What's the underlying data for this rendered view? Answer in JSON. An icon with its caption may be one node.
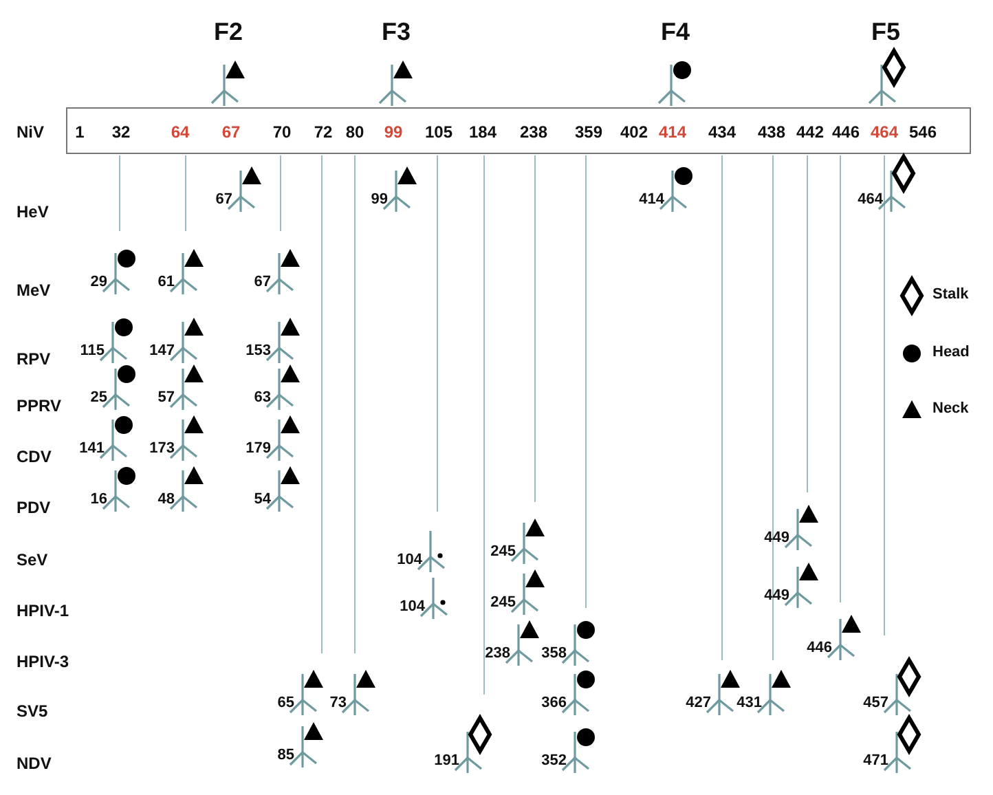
{
  "diagram": {
    "nodes": [
      {
        "text": [
          "1",
          "32",
          "64",
          "67",
          "70",
          "72",
          "80",
          "99",
          "105",
          "184",
          "238",
          "359",
          "402",
          "414",
          "434",
          "438",
          "442",
          "446",
          "464",
          "546"
        ],
        "beside": [
          "NiV"
        ]
      }
    ],
    "labels": [
      "F2",
      "F3",
      "F4",
      "F5",
      "HeV",
      "67",
      "99",
      "414",
      "464",
      "MeV",
      "29",
      "61",
      "67",
      "RPV",
      "115",
      "147",
      "153",
      "PPRV",
      "25",
      "57",
      "63",
      "CDV",
      "141",
      "173",
      "179",
      "PDV",
      "16",
      "48",
      "54",
      "SeV",
      "104",
      "245",
      "449",
      "HPIV-1",
      "104",
      "245",
      "449",
      "HPIV-3",
      "238",
      "358",
      "446",
      "SV5",
      "65",
      "73",
      "366",
      "427",
      "431",
      "457",
      "NDV",
      "85",
      "191",
      "352",
      "471"
    ],
    "legend": [
      {
        "text": "Stalk"
      },
      {
        "text": "Head"
      },
      {
        "text": "Neck"
      }
    ]
  }
}
